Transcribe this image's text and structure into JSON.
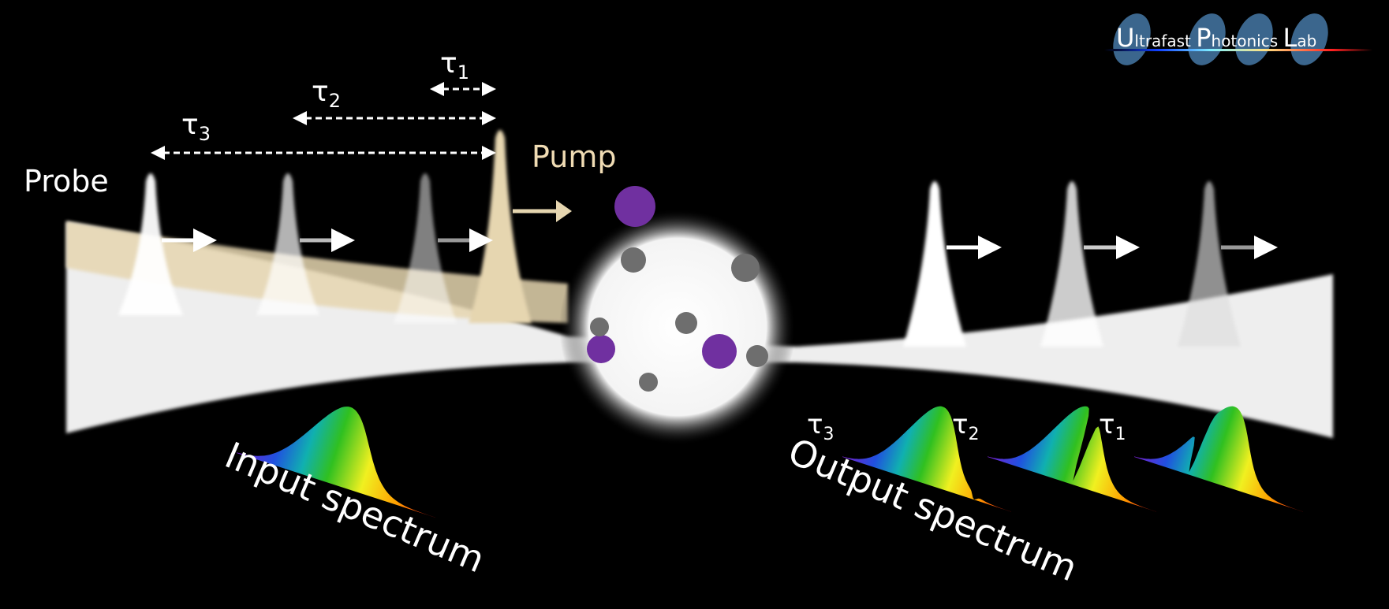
{
  "logo": {
    "text": "Ultrafast Photonics Lab",
    "first": "U",
    "part1": "ltrafast ",
    "second": "P",
    "part2": "hotonics ",
    "third": "L",
    "part3": "ab"
  },
  "labels": {
    "probe": "Probe",
    "pump": "Pump",
    "input_spectrum": "Input spectrum",
    "output_spectrum": "Output spectrum"
  },
  "delays": [
    {
      "symbol": "τ",
      "sub": "1"
    },
    {
      "symbol": "τ",
      "sub": "2"
    },
    {
      "symbol": "τ",
      "sub": "3"
    }
  ],
  "output_spectra": [
    {
      "symbol": "τ",
      "sub": "3",
      "dip_position": 0.78
    },
    {
      "symbol": "τ",
      "sub": "2",
      "dip_position": 0.5
    },
    {
      "symbol": "τ",
      "sub": "1",
      "dip_position": 0.32
    }
  ],
  "colors": {
    "pump": "#f0dcb4",
    "particle": "#7030a0",
    "particle_grey": "#6e6e6e"
  }
}
